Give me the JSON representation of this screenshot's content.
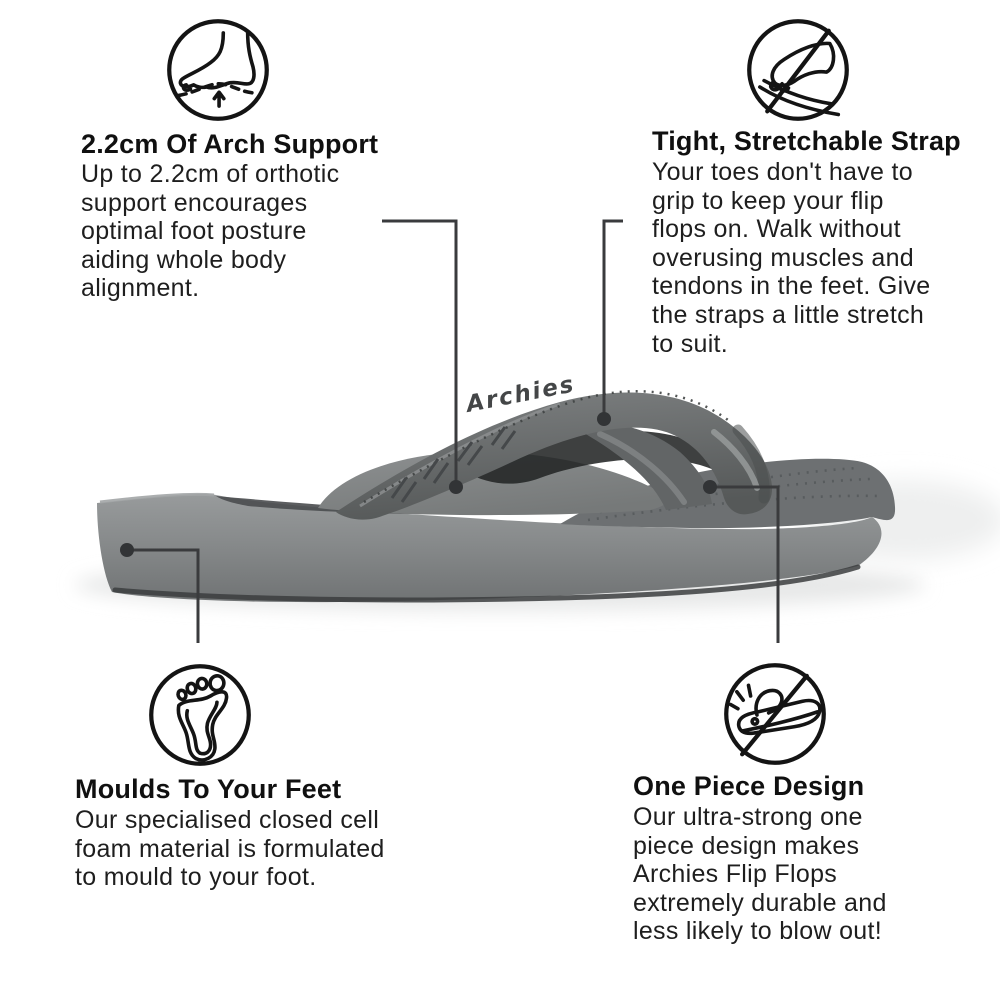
{
  "page": {
    "background_color": "#ffffff",
    "description": "Archies flip flop product feature infographic"
  },
  "product": {
    "logo_text": "Archies",
    "body_color": "#85888a",
    "strap_color": "#6a6d6e",
    "shadow_color": "#e7e8e8"
  },
  "connectors": {
    "line_color": "#3a3b3d",
    "dot_color": "#323436"
  },
  "icons": {
    "stroke_color": "#141414"
  },
  "callouts": {
    "arch_support": {
      "icon": "foot-arch-support-icon",
      "title": "2.2cm Of Arch Support",
      "body": "Up to 2.2cm of orthotic\nsupport encourages\noptimal foot posture\naiding whole body\nalignment."
    },
    "strap": {
      "icon": "no-toe-grip-strap-icon",
      "title": "Tight, Stretchable Strap",
      "body": "Your toes don't have to\ngrip to keep your flip\nflops on. Walk without\noverusing muscles and\ntendons in the feet. Give\nthe straps a little stretch\nto suit."
    },
    "moulds": {
      "icon": "footprint-icon",
      "title": "Moulds To Your Feet",
      "body": "Our specialised closed cell\nfoam material is formulated\nto mould to your foot."
    },
    "one_piece": {
      "icon": "no-blowout-flip-flop-icon",
      "title": "One Piece Design",
      "body": "Our ultra-strong one\npiece design makes\nArchies Flip Flops\nextremely durable and\nless likely to blow out!"
    }
  }
}
